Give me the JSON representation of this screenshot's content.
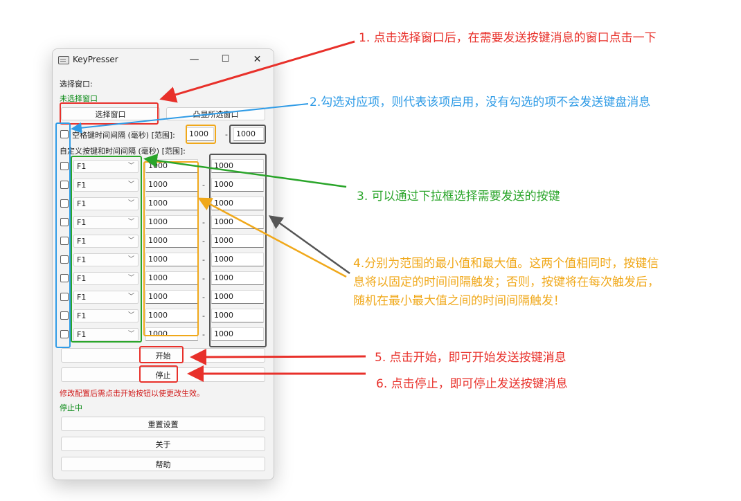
{
  "window": {
    "title": "KeyPresser",
    "minimize": "—",
    "maximize": "☐",
    "close": "✕"
  },
  "select_window": {
    "label": "选择窗口:",
    "status": "未选择窗口",
    "select_button": "选择窗口",
    "highlight_button": "凸显所选窗口"
  },
  "space_interval": {
    "label": "空格键时间间隔 (毫秒) [范围]:",
    "min": "1000",
    "max": "1000"
  },
  "custom_header": "自定义按键和时间间隔 (毫秒) [范围]:",
  "custom_rows": [
    {
      "key": "F1",
      "min": "1000",
      "max": "1000"
    },
    {
      "key": "F1",
      "min": "1000",
      "max": "1000"
    },
    {
      "key": "F1",
      "min": "1000",
      "max": "1000"
    },
    {
      "key": "F1",
      "min": "1000",
      "max": "1000"
    },
    {
      "key": "F1",
      "min": "1000",
      "max": "1000"
    },
    {
      "key": "F1",
      "min": "1000",
      "max": "1000"
    },
    {
      "key": "F1",
      "min": "1000",
      "max": "1000"
    },
    {
      "key": "F1",
      "min": "1000",
      "max": "1000"
    },
    {
      "key": "F1",
      "min": "1000",
      "max": "1000"
    },
    {
      "key": "F1",
      "min": "1000",
      "max": "1000"
    }
  ],
  "dash": "-",
  "start_button": "开始",
  "stop_button": "停止",
  "notice": "修改配置后需点击开始按钮以使更改生效。",
  "status": "停止中",
  "reset_button": "重置设置",
  "about_button": "关于",
  "help_button": "帮助",
  "annotations": {
    "a1": "1. 点击选择窗口后，在需要发送按键消息的窗口点击一下",
    "a2": "2.勾选对应项，则代表该项启用，没有勾选的项不会发送键盘消息",
    "a3": "3. 可以通过下拉框选择需要发送的按键",
    "a4_lines": [
      "4.分别为范围的最小值和最大值。这两个值相同时，按键信",
      "息将以固定的时间间隔触发；否则，按键将在每次触发后，",
      "随机在最小最大值之间的时间间隔触发！"
    ],
    "a5": "5. 点击开始，即可开始发送按键消息",
    "a6": "6. 点击停止，即可停止发送按键消息"
  },
  "colors": {
    "red": "#e8302a",
    "blue": "#2f9be6",
    "green": "#2aa52a",
    "orange": "#f0a81a",
    "dark": "#555555"
  }
}
